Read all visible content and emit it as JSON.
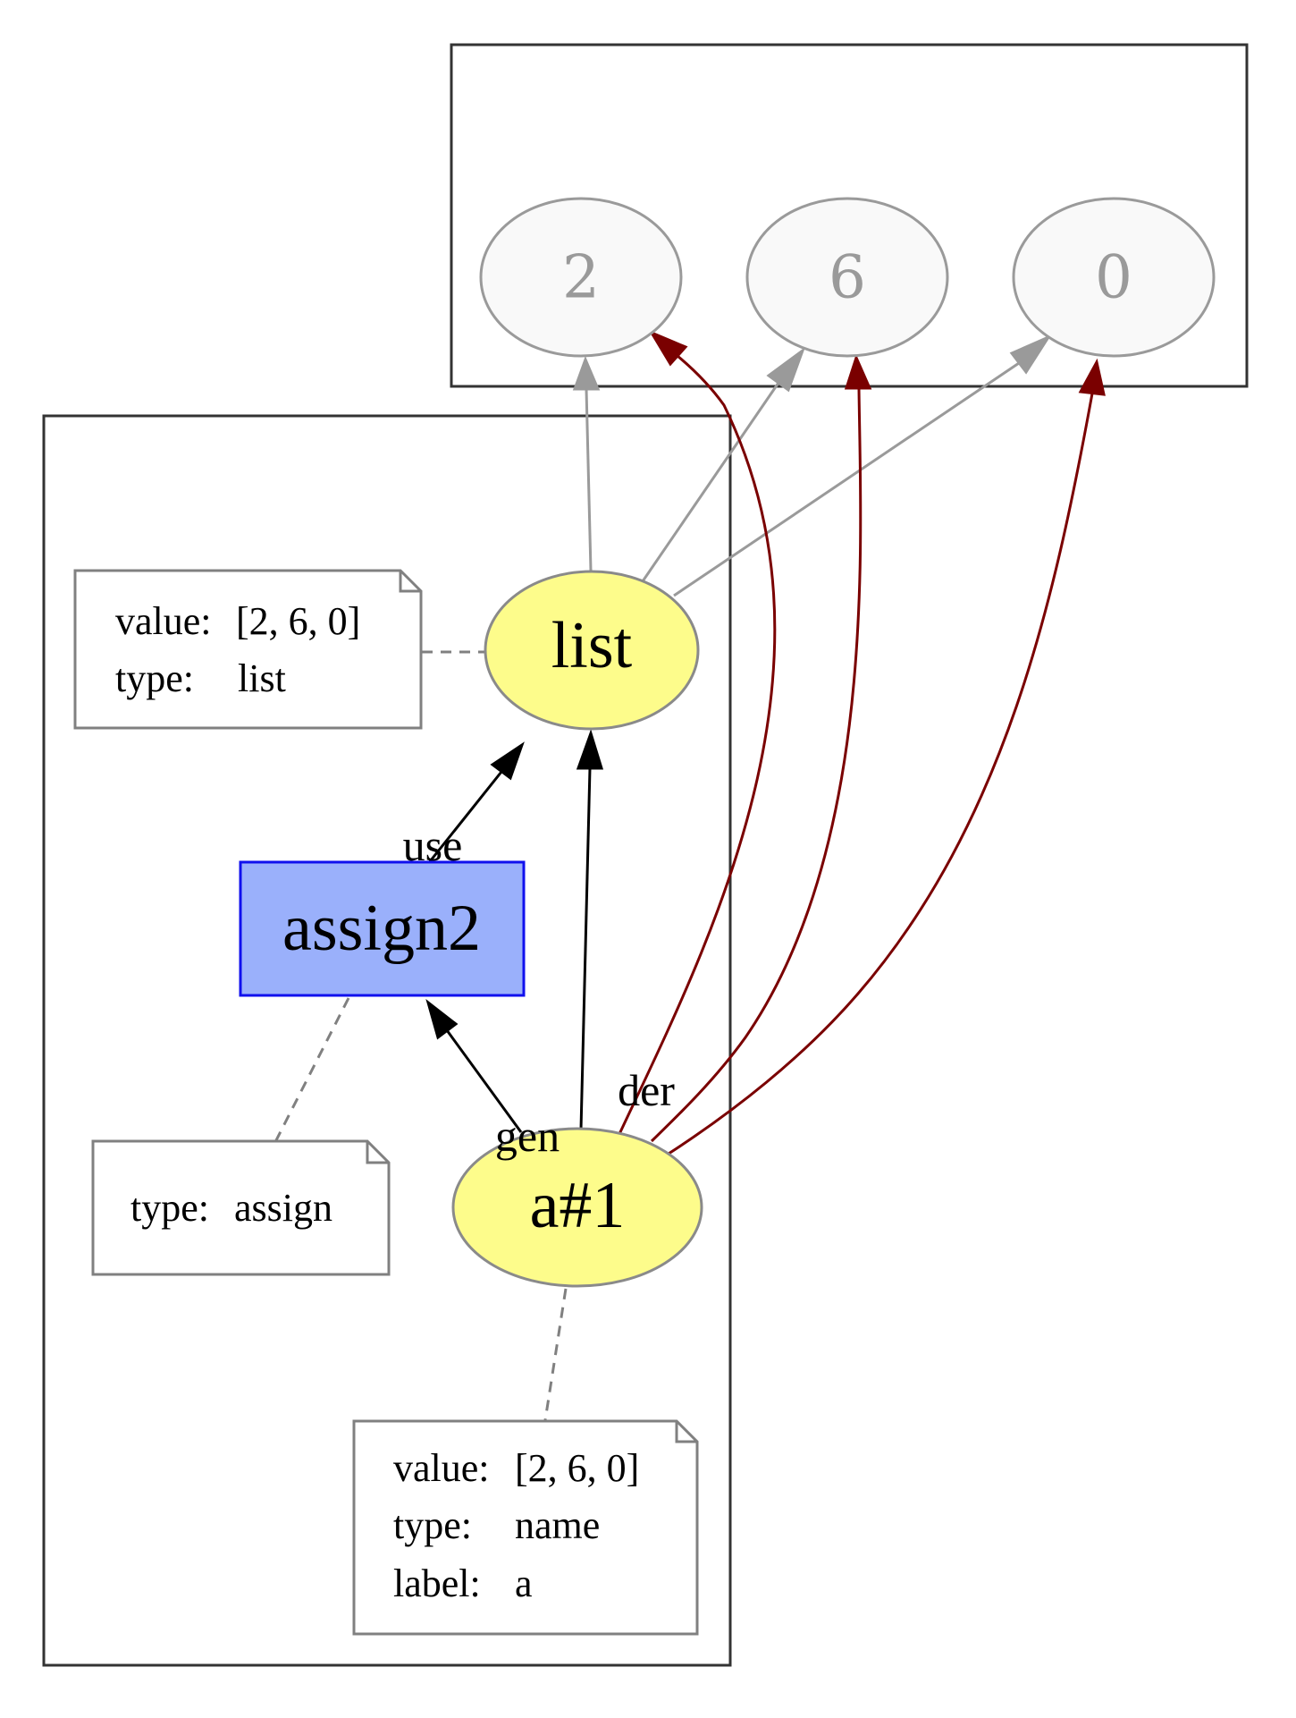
{
  "literals": [
    {
      "id": "lit-2",
      "label": "2"
    },
    {
      "id": "lit-6",
      "label": "6"
    },
    {
      "id": "lit-0",
      "label": "0"
    }
  ],
  "nodes": {
    "list": {
      "label": "list"
    },
    "assign": {
      "label": "assign2"
    },
    "a1": {
      "label": "a#1"
    }
  },
  "notes": {
    "list": {
      "rows": [
        {
          "key": "value:",
          "val": "[2, 6, 0]"
        },
        {
          "key": "type:",
          "val": "list"
        }
      ]
    },
    "assign": {
      "rows": [
        {
          "key": "type:",
          "val": "assign"
        }
      ]
    },
    "a1": {
      "rows": [
        {
          "key": "value:",
          "val": "[2, 6, 0]"
        },
        {
          "key": "type:",
          "val": "name"
        },
        {
          "key": "label:",
          "val": "a"
        }
      ]
    }
  },
  "edge_labels": {
    "use": "use",
    "gen": "gen",
    "der": "der"
  },
  "colors": {
    "entity_fill": "#fdfc8b",
    "activity_fill": "#9ab0fb",
    "activity_stroke": "#1010ee",
    "literal_fill": "#f9f9f9",
    "literal_stroke": "#9a9a9a",
    "derivation_edge": "#7a0000",
    "membership_edge": "#9a9a9a"
  }
}
